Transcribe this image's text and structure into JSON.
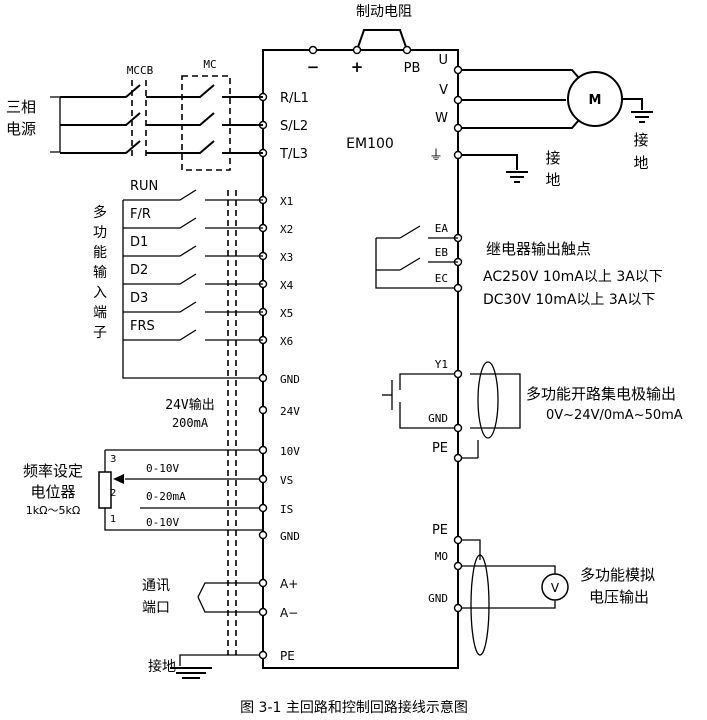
{
  "brake_resistor": "制动电阻",
  "dc_terminals": {
    "minus": "−",
    "plus": "+",
    "pb": "PB"
  },
  "power_source": {
    "line1": "三相",
    "line2": "电源"
  },
  "breakers": {
    "mccb": "MCCB",
    "mc": "MC"
  },
  "main_inputs": [
    "R/L1",
    "S/L2",
    "T/L3"
  ],
  "model": "EM100",
  "outputs": [
    "U",
    "V",
    "W"
  ],
  "motor": "M",
  "ground_symbol": "⏚",
  "ground_label": {
    "line1": "接",
    "line2": "地"
  },
  "multi_input": {
    "vertical_label": [
      "多",
      "功",
      "能",
      "输",
      "入",
      "端",
      "子"
    ],
    "switches": [
      "RUN",
      "F/R",
      "D1",
      "D2",
      "D3",
      "FRS"
    ],
    "terminals": [
      "X1",
      "X2",
      "X3",
      "X4",
      "X5",
      "X6",
      "GND"
    ]
  },
  "supply_24v": {
    "label": "24V输出",
    "current": "200mA",
    "terminal": "24V"
  },
  "relay": {
    "terminals": [
      "EA",
      "EB",
      "EC"
    ],
    "title": "继电器输出触点",
    "line1": "AC250V 10mA以上  3A以下",
    "line2": "DC30V  10mA以上  3A以下"
  },
  "open_collector": {
    "terminals": [
      "Y1",
      "GND",
      "PE"
    ],
    "title": "多功能开路集电极输出",
    "range": "0V~24V/0mA~50mA"
  },
  "freq_pot": {
    "title1": "频率设定",
    "title2": "电位器",
    "range": "1kΩ～5kΩ",
    "pins": [
      "3",
      "2",
      "1"
    ],
    "signals": [
      "0-10V",
      "0-20mA",
      "0-10V"
    ],
    "terminals": [
      "10V",
      "VS",
      "IS",
      "GND"
    ]
  },
  "comm": {
    "line1": "通讯",
    "line2": "端口",
    "terminals": [
      "A+",
      "A−"
    ]
  },
  "pe_bottom": {
    "terminal": "PE",
    "label": "接地"
  },
  "analog_out": {
    "terminals": [
      "PE",
      "MO",
      "GND"
    ],
    "meter": "V",
    "title1": "多功能模拟",
    "title2": "电压输出"
  },
  "caption": "图 3-1  主回路和控制回路接线示意图"
}
